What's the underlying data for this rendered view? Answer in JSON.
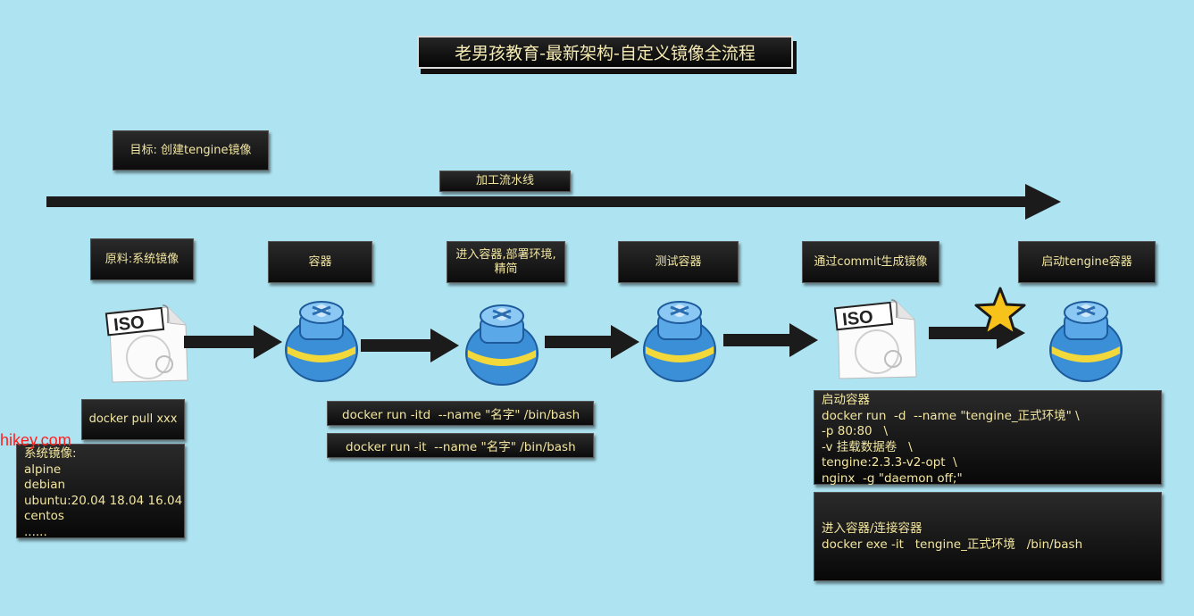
{
  "title": "老男孩教育-最新架构-自定义镜像全流程",
  "goal": "目标: 创建tengine镜像",
  "pipeline": "加工流水线",
  "steps": [
    {
      "label": "原料:系统镜像"
    },
    {
      "label": "容器"
    },
    {
      "label": "进入容器,部署环境,\n精简"
    },
    {
      "label": "测试容器"
    },
    {
      "label": "通过commit生成镜像"
    },
    {
      "label": "启动tengine容器"
    }
  ],
  "docker_pull": "docker pull xxx",
  "system_images": {
    "title": "系统镜像:",
    "items": [
      "alpine",
      "debian",
      "ubuntu:20.04 18.04 16.04",
      "centos",
      "......"
    ]
  },
  "commands": [
    "docker run -itd  --name \"名字\" /bin/bash",
    "docker run -it  --name \"名字\" /bin/bash"
  ],
  "start_container": {
    "lines": [
      "启动容器",
      "docker run  -d  --name \"tengine_正式环境\" \\",
      "-p 80:80   \\",
      "-v 挂载数据卷   \\",
      "tengine:2.3.3-v2-opt  \\",
      "nginx  -g \"daemon off;\""
    ]
  },
  "enter_container": {
    "lines": [
      "进入容器/连接容器",
      "docker exe -it   tengine_正式环境   /bin/bash"
    ]
  },
  "watermark": "hikey.com",
  "colors": {
    "background": "#aee4f2",
    "box_text": "#f2e6a0",
    "star": "#f7c21a",
    "container_blue": "#3b8fd6",
    "container_band": "#f2d83a"
  }
}
